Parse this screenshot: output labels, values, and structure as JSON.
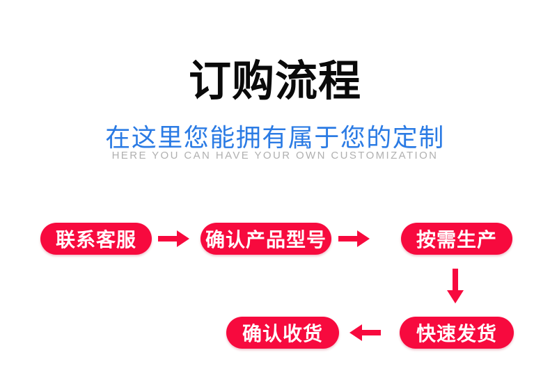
{
  "section": {
    "title": "订购流程",
    "subtitle_cn": "在这里您能拥有属于您的定制",
    "subtitle_en": "HERE YOU CAN HAVE YOUR OWN CUSTOMIZATION"
  },
  "flow": {
    "steps": [
      {
        "order": 1,
        "label": "联系客服"
      },
      {
        "order": 2,
        "label": "确认产品型号"
      },
      {
        "order": 3,
        "label": "按需生产"
      },
      {
        "order": 4,
        "label": "快速发货"
      },
      {
        "order": 5,
        "label": "确认收货"
      }
    ],
    "connectors": [
      "right",
      "right",
      "down",
      "left"
    ]
  },
  "icons": {
    "arrow_right": "→",
    "arrow_down": "↓",
    "arrow_left": "←"
  },
  "colors": {
    "background": "#ffffff",
    "title_black": "#0a0a0a",
    "subtitle_blue": "#2b7be4",
    "subtitle_gray": "#b0b0b0",
    "step_red": "#f70a3e",
    "step_text_white": "#ffffff"
  }
}
